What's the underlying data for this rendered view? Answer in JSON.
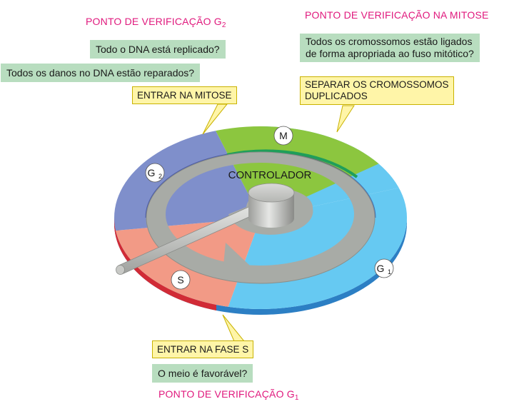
{
  "checkpoint_g2": {
    "title": "PONTO DE VERIFICAÇÃO G",
    "title_sub": "2",
    "question_1": "Todo o DNA está replicado?",
    "question_2": "Todos os danos no DNA estão reparados?"
  },
  "checkpoint_mitosis": {
    "title": "PONTO DE VERIFICAÇÃO NA MITOSE",
    "question_line_1": "Todos os cromossomos estão ligados",
    "question_line_2": "de forma apropriada ao fuso mitótico?"
  },
  "checkpoint_g1": {
    "title": "PONTO DE VERIFICAÇÃO G",
    "title_sub": "1",
    "question": "O meio é favorável?"
  },
  "transitions": {
    "enter_mitosis": "ENTRAR NA MITOSE",
    "separate_line_1": "SEPARAR OS CROMOSSOMOS",
    "separate_line_2": "DUPLICADOS",
    "enter_s": "ENTRAR NA FASE S"
  },
  "controller_label": "CONTROLADOR",
  "phases": {
    "m": "M",
    "g2": "G",
    "g2_sub": "2",
    "s": "S",
    "g1": "G",
    "g1_sub": "1"
  },
  "colors": {
    "phase_m": "#8cc63f",
    "phase_g2": "#7f8fcb",
    "phase_s": "#f29a86",
    "phase_g1": "#66c9f2",
    "title_pink": "#e0197d",
    "question_green": "#b8ddbf",
    "callout_yellow": "#fff5a8",
    "controller_gray": "#a8aba6"
  }
}
